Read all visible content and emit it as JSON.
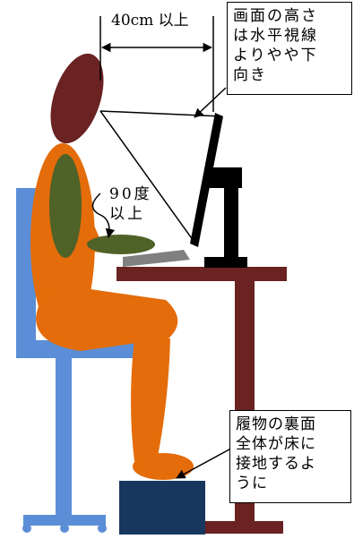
{
  "annotations": {
    "distance": "40cm 以上",
    "screen_height": "画面の高さ\nは水平視線\nよりやや下\n向き",
    "elbow_angle": "90度\n以上",
    "footwear": "履物の裏面\n全体が床に\n接地するよ\nうに"
  },
  "colors": {
    "body": "#e46c0a",
    "head": "#6a2222",
    "forearm": "#4f6228",
    "chair": "#5b8ed6",
    "desk": "#6a2222",
    "monitor": "#000000",
    "keyboard": "#808080",
    "footrest": "#17375e"
  }
}
